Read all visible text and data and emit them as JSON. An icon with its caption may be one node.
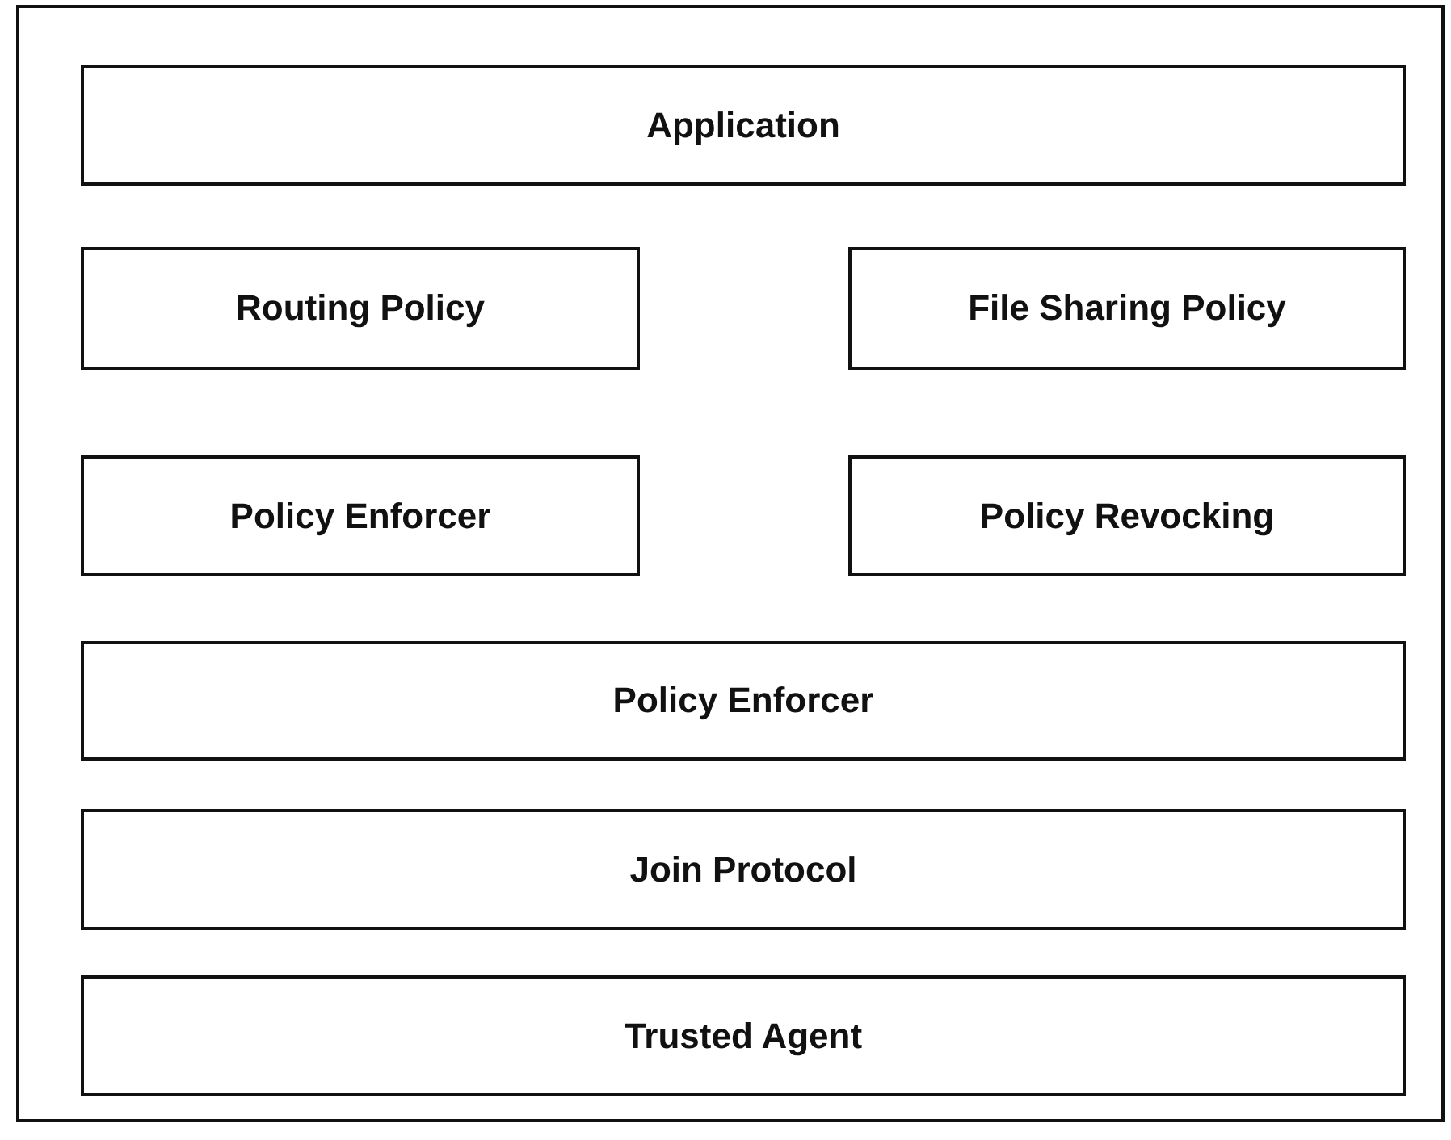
{
  "diagram": {
    "nodes": [
      {
        "text": [],
        "shape": "box"
      },
      {
        "text": [
          "Application"
        ],
        "in": 0
      },
      {
        "text": [
          "Routing Policy"
        ],
        "in": 0
      },
      {
        "text": [
          "File Sharing Policy"
        ],
        "in": 0
      },
      {
        "text": [
          "Policy Enforcer"
        ],
        "in": 0
      },
      {
        "text": [
          "Policy Revocking"
        ],
        "in": 0
      },
      {
        "text": [
          "Policy Enforcer"
        ],
        "in": 0
      },
      {
        "text": [
          "Join Protocol"
        ],
        "in": 0
      },
      {
        "text": [
          "Trusted Agent"
        ],
        "in": 0
      }
    ]
  }
}
